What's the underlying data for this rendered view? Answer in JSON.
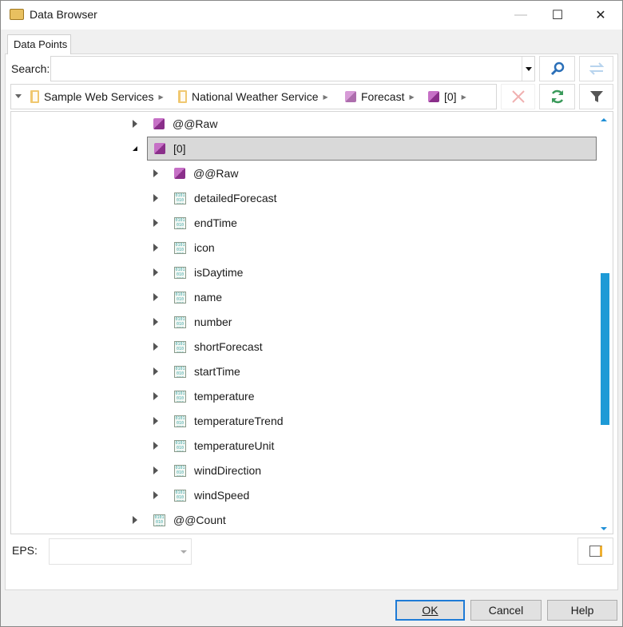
{
  "window": {
    "title": "Data Browser",
    "minimize": "—",
    "maximize": "☐",
    "close": "✕"
  },
  "tabs": [
    {
      "label": "Data Points"
    }
  ],
  "search": {
    "label": "Search:",
    "value": "",
    "placeholder": ""
  },
  "breadcrumb": [
    {
      "label": "Sample Web Services",
      "icon": "folder-icon"
    },
    {
      "label": "National Weather Service",
      "icon": "folder-icon"
    },
    {
      "label": "Forecast",
      "icon": "service-icon"
    },
    {
      "label": "[0]",
      "icon": "cube-icon"
    }
  ],
  "tree": [
    {
      "label": "@@Raw",
      "level": 0,
      "icon": "cube",
      "expanded": false,
      "selected": false
    },
    {
      "label": "[0]",
      "level": 0,
      "icon": "cube",
      "expanded": true,
      "selected": true
    },
    {
      "label": "@@Raw",
      "level": 1,
      "icon": "cube",
      "expanded": false,
      "selected": false
    },
    {
      "label": "detailedForecast",
      "level": 1,
      "icon": "data",
      "expanded": false,
      "selected": false
    },
    {
      "label": "endTime",
      "level": 1,
      "icon": "data",
      "expanded": false,
      "selected": false
    },
    {
      "label": "icon",
      "level": 1,
      "icon": "data",
      "expanded": false,
      "selected": false
    },
    {
      "label": "isDaytime",
      "level": 1,
      "icon": "data",
      "expanded": false,
      "selected": false
    },
    {
      "label": "name",
      "level": 1,
      "icon": "data",
      "expanded": false,
      "selected": false
    },
    {
      "label": "number",
      "level": 1,
      "icon": "data",
      "expanded": false,
      "selected": false
    },
    {
      "label": "shortForecast",
      "level": 1,
      "icon": "data",
      "expanded": false,
      "selected": false
    },
    {
      "label": "startTime",
      "level": 1,
      "icon": "data",
      "expanded": false,
      "selected": false
    },
    {
      "label": "temperature",
      "level": 1,
      "icon": "data",
      "expanded": false,
      "selected": false
    },
    {
      "label": "temperatureTrend",
      "level": 1,
      "icon": "data",
      "expanded": false,
      "selected": false
    },
    {
      "label": "temperatureUnit",
      "level": 1,
      "icon": "data",
      "expanded": false,
      "selected": false
    },
    {
      "label": "windDirection",
      "level": 1,
      "icon": "data",
      "expanded": false,
      "selected": false
    },
    {
      "label": "windSpeed",
      "level": 1,
      "icon": "data",
      "expanded": false,
      "selected": false
    },
    {
      "label": "@@Count",
      "level": 0,
      "icon": "data",
      "expanded": false,
      "selected": false
    }
  ],
  "eps": {
    "label": "EPS:",
    "value": ""
  },
  "buttons": {
    "ok": "OK",
    "cancel": "Cancel",
    "help": "Help"
  },
  "colors": {
    "accent": "#1e8fd6",
    "scrollbar": "#1e9ad6",
    "search_icon": "#2a6fb8",
    "refresh_icon": "#3a9a5a",
    "delete_icon": "#f0b0b0"
  }
}
